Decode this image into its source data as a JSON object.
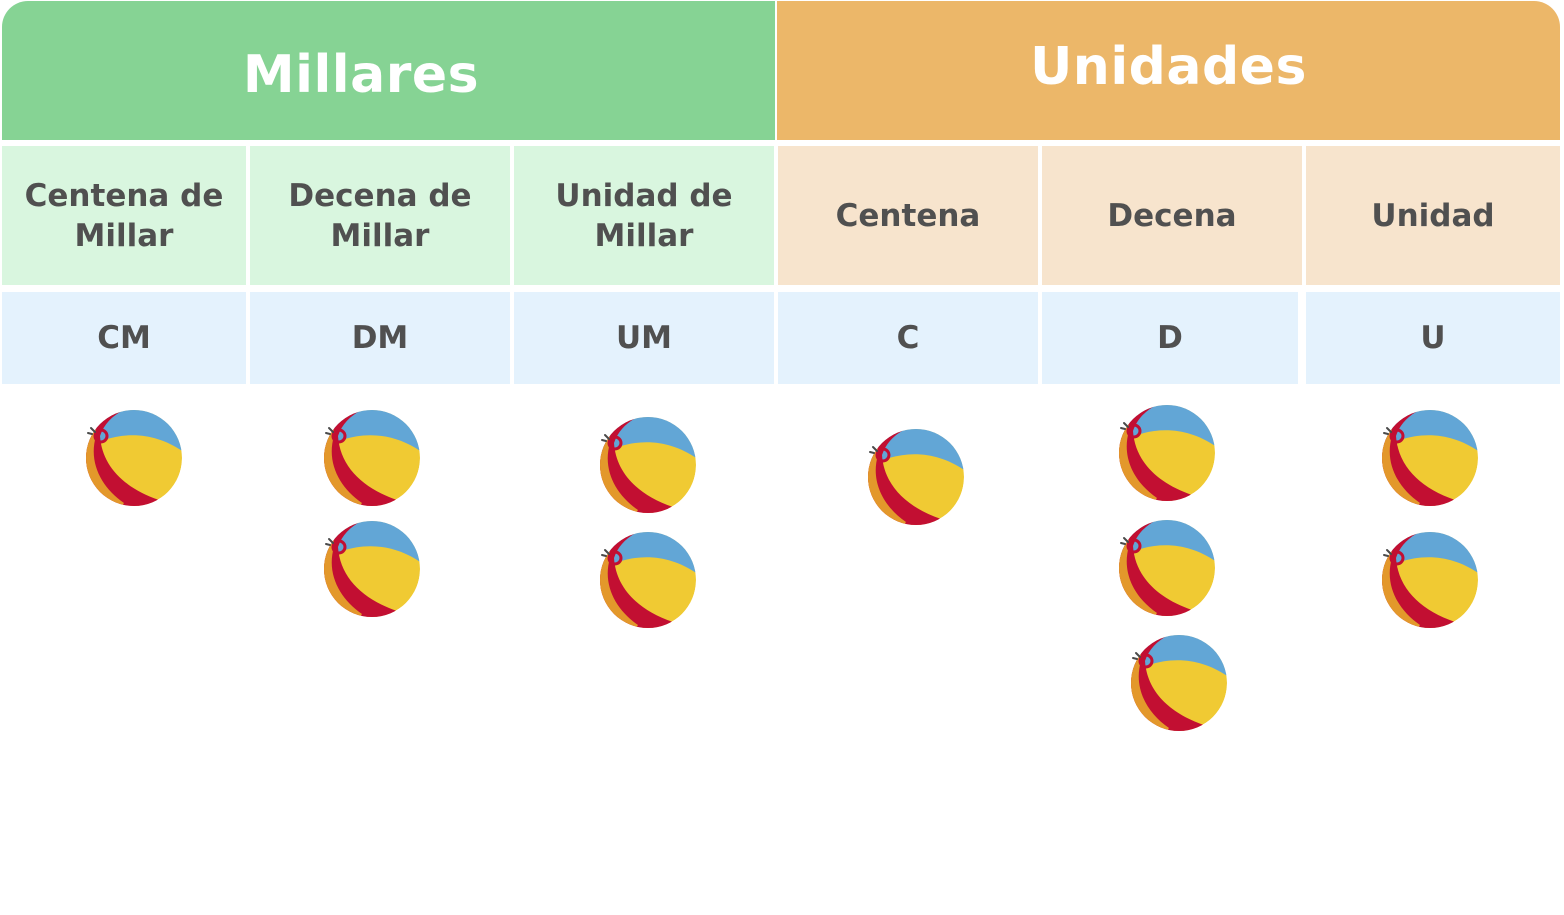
{
  "groups": {
    "millares": "Millares",
    "unidades": "Unidades"
  },
  "columns": [
    {
      "name": "Centena de\nMillar",
      "abbr": "CM",
      "count": 1
    },
    {
      "name": "Decena de\nMillar",
      "abbr": "DM",
      "count": 2
    },
    {
      "name": "Unidad de\nMillar",
      "abbr": "UM",
      "count": 2
    },
    {
      "name": "Centena",
      "abbr": "C",
      "count": 1
    },
    {
      "name": "Decena",
      "abbr": "D",
      "count": 3
    },
    {
      "name": "Unidad",
      "abbr": "U",
      "count": 2
    }
  ],
  "colors": {
    "millares_header": "#86d394",
    "millares_cell": "#d9f6df",
    "unidades_header": "#ecb769",
    "unidades_cell": "#f7e4cd",
    "abbr_row": "#e4f2fd",
    "ball_blue": "#62a6d6",
    "ball_yellow": "#f0ca33",
    "ball_red": "#c20f32",
    "ball_orange": "#e3982b"
  },
  "icons": {
    "counter": "beach-ball-icon"
  }
}
